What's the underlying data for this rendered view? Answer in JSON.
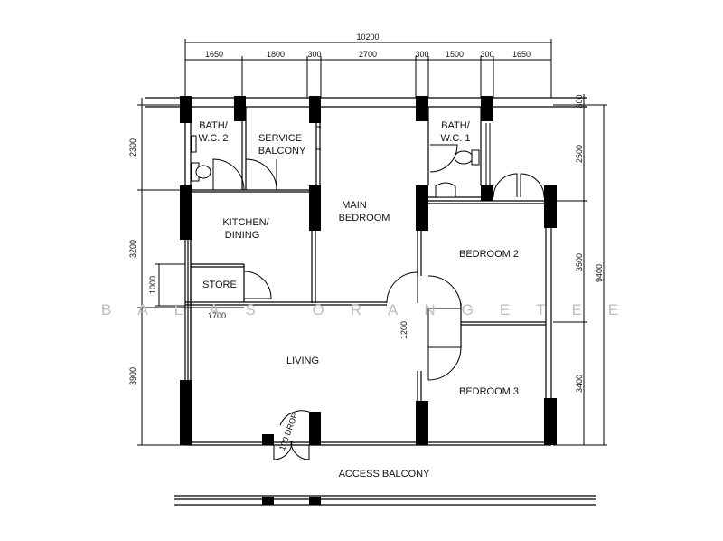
{
  "rooms": {
    "bath2_l1": "BATH/",
    "bath2_l2": "W.C. 2",
    "service_l1": "SERVICE",
    "service_l2": "BALCONY",
    "bath1_l1": "BATH/",
    "bath1_l2": "W.C. 1",
    "main_l1": "MAIN",
    "main_l2": "BEDROOM",
    "kitchen_l1": "KITCHEN/",
    "kitchen_l2": "DINING",
    "store": "STORE",
    "bedroom2": "BEDROOM 2",
    "living": "LIVING",
    "bedroom3": "BEDROOM 3",
    "access_balcony": "ACCESS  BALCONY",
    "drop": "100 DROP"
  },
  "dimensions": {
    "overall_width": "10200",
    "top": [
      "1650",
      "1800",
      "300",
      "2700",
      "300",
      "1500",
      "300",
      "1650"
    ],
    "left": [
      "2300",
      "3200",
      "3900"
    ],
    "right": [
      "300",
      "2500",
      "3500",
      "3400"
    ],
    "overall_height": "9400",
    "store_height": "1000",
    "store_width": "1700",
    "door_opening": "1200"
  },
  "watermark": "BALAS ORANGETEE"
}
